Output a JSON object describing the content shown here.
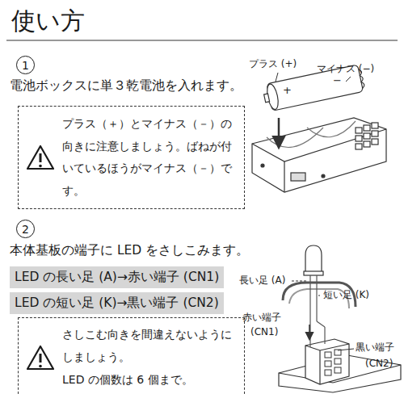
{
  "diagram": {
    "title": "使い方",
    "nodes": [
      {
        "text": [
          "1"
        ]
      },
      {
        "text": [
          "プラス（＋）とマイナス（－）の向きに注意しましょう。ばねが付いているほうがマイナス（－）です。"
        ]
      },
      {
        "text": [
          "2"
        ]
      },
      {
        "text": [
          "LED の長い足 (A)→赤い端子 (CN1)"
        ]
      },
      {
        "text": [
          "LED の短い足 (K)→黒い端子 (CN2)"
        ]
      },
      {
        "text": [
          "さしこむ向きを間違えないようにしましょう。",
          "LED の個数は 6 個まで。"
        ]
      }
    ],
    "labels": [
      "電池ボックスに単３乾電池を入れます。",
      "プラス (+)",
      "マイナス (−)",
      "+",
      "−",
      "本体基板の端子に LED をさしこみます。",
      "長い足 (A)",
      "短い足 (K)",
      "赤い端子",
      "(CN1)",
      "黒い端子",
      "(CN2)"
    ]
  }
}
